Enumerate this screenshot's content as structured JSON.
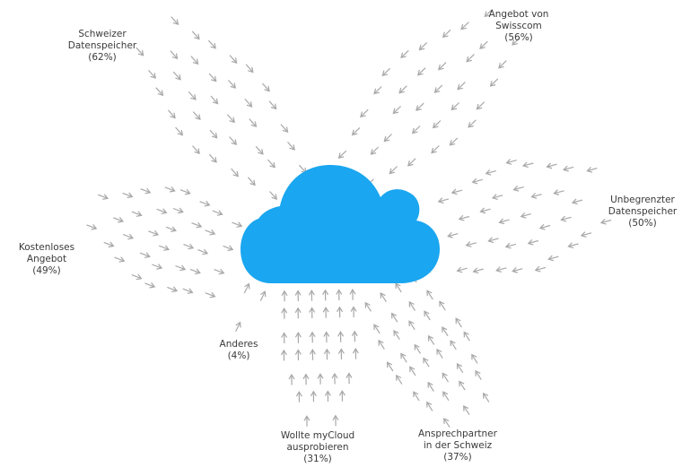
{
  "colors": {
    "cloud": "#1aa6f0",
    "arrow": "#a8a8a8",
    "text": "#3a3a3a"
  },
  "reasons": [
    {
      "id": "schweizer-datenspeicher",
      "lines": [
        "Schweizer",
        "Datenspeicher"
      ],
      "percent": "(62%)",
      "value": 62
    },
    {
      "id": "angebot-von-swisscom",
      "lines": [
        "Angebot von",
        "Swisscom"
      ],
      "percent": "(56%)",
      "value": 56
    },
    {
      "id": "unbegrenzter-datenspeicher",
      "lines": [
        "Unbegrenzter",
        "Datenspeicher"
      ],
      "percent": "(50%)",
      "value": 50
    },
    {
      "id": "kostenloses-angebot",
      "lines": [
        "Kostenloses",
        "Angebot"
      ],
      "percent": "(49%)",
      "value": 49
    },
    {
      "id": "anderes",
      "lines": [
        "Anderes"
      ],
      "percent": "(4%)",
      "value": 4
    },
    {
      "id": "wollte-mycloud-ausprobieren",
      "lines": [
        "Wollte myCloud",
        "ausprobieren"
      ],
      "percent": "(31%)",
      "value": 31
    },
    {
      "id": "ansprechpartner-in-der-schweiz",
      "lines": [
        "Ansprechpartner",
        "in der Schweiz"
      ],
      "percent": "(37%)",
      "value": 37
    }
  ]
}
